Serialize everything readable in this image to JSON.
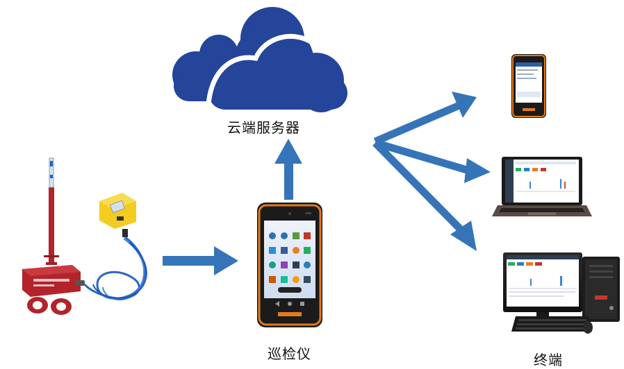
{
  "labels": {
    "cloud_server": "云端服务器",
    "inspector": "巡检仪",
    "terminal": "终端"
  },
  "colors": {
    "cloud_blue": "#25459a",
    "arrow_blue": "#3674b8",
    "device_red": "#b3232a",
    "sensor_yellow": "#f2cd1f",
    "cable_blue": "#2a66c8",
    "phone_orange": "#e47a1c"
  }
}
